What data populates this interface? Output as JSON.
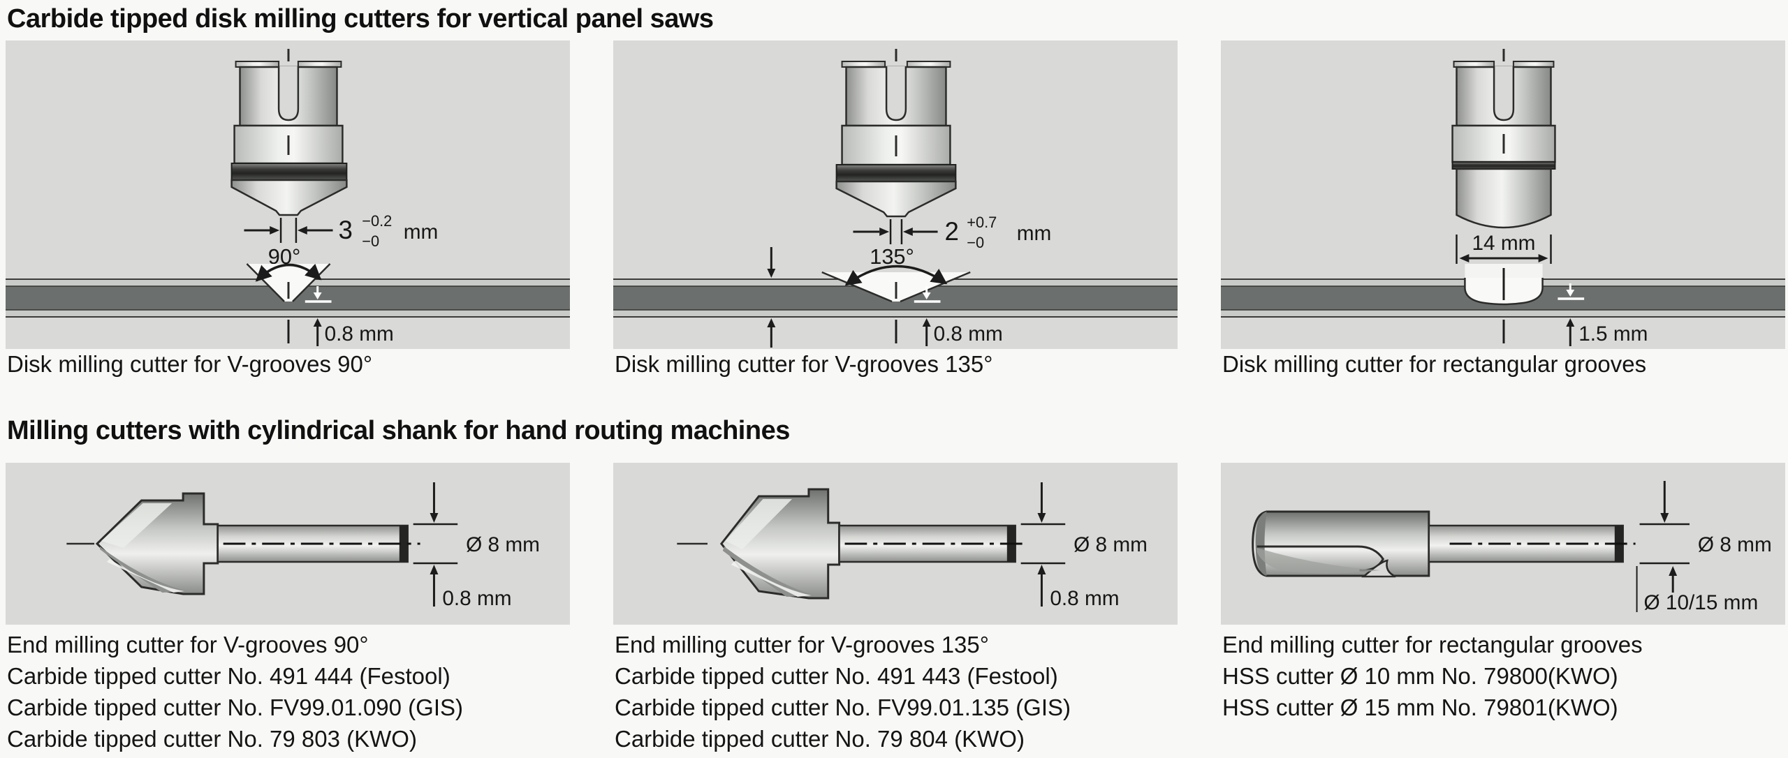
{
  "colors": {
    "page_bg": "#f8f8f6",
    "panel_bg": "#d9dad7",
    "board_core": "#6b6f6d",
    "board_face": "#c9cbc8",
    "ink": "#1c1c1c"
  },
  "sections": [
    {
      "title": "Carbide tipped disk milling cutters for vertical panel saws",
      "panels": [
        {
          "caption": "Disk milling cutter for V-grooves 90°",
          "width_value": "3",
          "width_tol_upper": "−0.2",
          "width_tol_lower": "−0",
          "width_unit": "mm",
          "angle_label": "90°",
          "depth_label": "0.8 mm"
        },
        {
          "caption": "Disk milling cutter for V-grooves 135°",
          "width_value": "2",
          "width_tol_upper": "+0.7",
          "width_tol_lower": "−0",
          "width_unit": "mm",
          "angle_label": "135°",
          "depth_label": "0.8 mm"
        },
        {
          "caption": "Disk milling cutter for rectangular grooves",
          "width_label": "14 mm",
          "depth_label": "1.5 mm"
        }
      ]
    },
    {
      "title": "Milling cutters with cylindrical shank for hand routing machines",
      "panels": [
        {
          "shank_label": "Ø 8 mm",
          "tip_label": "0.8 mm",
          "captions": [
            "End milling cutter for V-grooves 90°",
            "Carbide tipped cutter No. 491 444 (Festool)",
            "Carbide tipped cutter No. FV99.01.090 (GIS)",
            "Carbide tipped cutter No. 79 803 (KWO)"
          ]
        },
        {
          "shank_label": "Ø 8 mm",
          "tip_label": "0.8 mm",
          "captions": [
            "End milling cutter for V-grooves 135°",
            "Carbide tipped cutter No. 491 443 (Festool)",
            "Carbide tipped cutter No. FV99.01.135 (GIS)",
            "Carbide tipped cutter No. 79 804 (KWO)"
          ]
        },
        {
          "shank_label": "Ø 8 mm",
          "head_label": "Ø 10/15 mm",
          "captions": [
            "End milling cutter for rectangular grooves",
            "HSS cutter Ø 10 mm No. 79800(KWO)",
            "HSS cutter Ø 15 mm No. 79801(KWO)"
          ]
        }
      ]
    }
  ]
}
